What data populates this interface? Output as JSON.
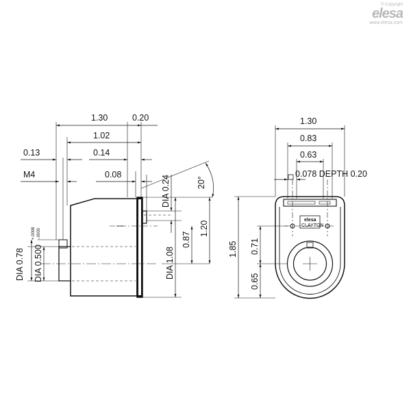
{
  "brand": {
    "copyright": "© Copyright",
    "logo": "elesa",
    "url": "www.elesa.com"
  },
  "side_view": {
    "dims": {
      "overall_length": "1.30",
      "flange": "0.20",
      "body_length": "1.02",
      "d013": "0.13",
      "d014": "0.14",
      "thread": "M4",
      "d008": "0.08",
      "angle": "20°",
      "dia024": "DIA 0.24",
      "d120": "1.20",
      "d087": "0.87",
      "dia108": "DIA 1.08",
      "dia078": "DIA 0.78",
      "dia0500": "DIA 0.500",
      "tol_plus": "+.0008",
      "tol_minus": "-.0000"
    }
  },
  "front_view": {
    "dims": {
      "width": "1.30",
      "d083": "0.83",
      "d063": "0.63",
      "hole_spec": "0.078 DEPTH 0.20",
      "height": "1.85",
      "d071": "0.71",
      "d065": "0.65"
    },
    "label_brand": "elesa",
    "label_text": "CLAYTON"
  }
}
